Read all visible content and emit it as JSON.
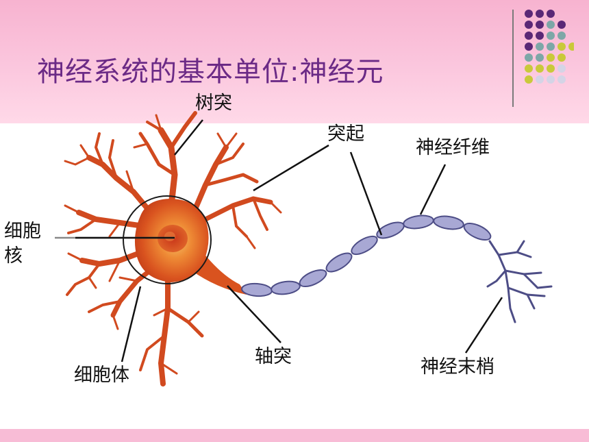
{
  "title": "神经系统的基本单位:神经元",
  "labels": {
    "dendrite": "树突",
    "process": "突起",
    "nerve_fiber": "神经纤维",
    "nucleus_line1": "细胞",
    "nucleus_line2": "核",
    "cell_body": "细胞体",
    "axon": "轴突",
    "nerve_ending": "神经末梢"
  },
  "colors": {
    "header": "#f9bcd6",
    "title": "#6b2a86",
    "neuron": "#d44a1e",
    "soma_center": "#f3b25a",
    "myelin": "#a7a7d3",
    "myelin_outline": "#4d4d86"
  }
}
